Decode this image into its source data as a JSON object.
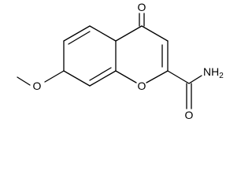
{
  "molecule": {
    "atoms": {
      "ketone_oxygen": "O",
      "ring_oxygen": "O",
      "methoxy_oxygen": "O",
      "amide_oxygen": "O",
      "amide_nitrogen": "NH",
      "amide_nitrogen_subscript": "2"
    },
    "colors": {
      "bond": "#000000",
      "label": "#000000",
      "background": "#ffffff"
    }
  }
}
